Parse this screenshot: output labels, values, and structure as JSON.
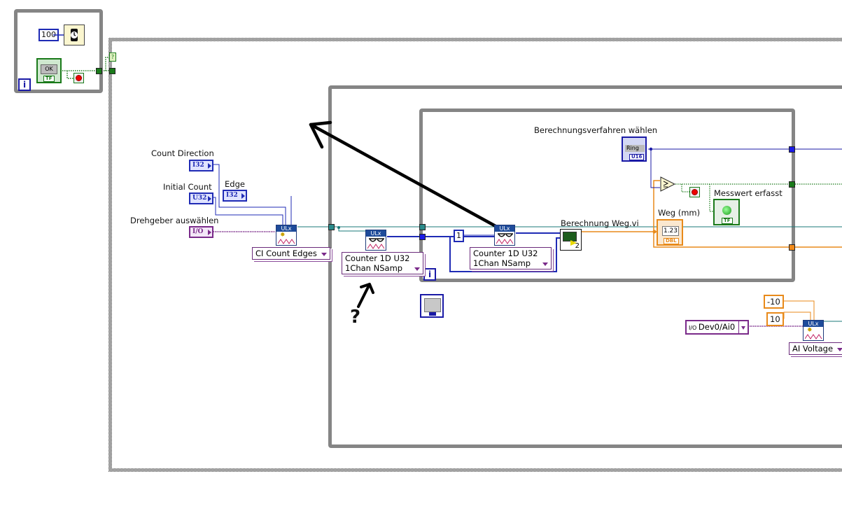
{
  "top_loop": {
    "wait_constant": "100",
    "wait_icon": "wait-ms-icon",
    "ok_button_label": "OK",
    "ok_button_type": "TF",
    "iteration_terminal": "i",
    "stop_icon": "stop-icon",
    "error_case_icon": "?"
  },
  "left_inputs": {
    "count_direction": {
      "label": "Count Direction",
      "type": "I32"
    },
    "initial_count": {
      "label": "Initial Count",
      "type": "U32"
    },
    "edge": {
      "label": "Edge",
      "type": "I32"
    },
    "drehgeber": {
      "label": "Drehgeber auswählen",
      "type": "I/O"
    }
  },
  "vis": {
    "create_channel": {
      "header": "ULx",
      "selector": "CI Count Edges"
    },
    "read_outer": {
      "header": "ULx",
      "selector_line1": "Counter 1D U32",
      "selector_line2": "1Chan NSamp"
    },
    "read_inner": {
      "header": "ULx",
      "selector_line1": "Counter 1D U32",
      "selector_line2": "1Chan NSamp"
    },
    "ai_voltage": {
      "header": "ULx",
      "selector": "AI Voltage"
    }
  },
  "inner_loop": {
    "samples_constant": "1",
    "iteration_terminal": "i",
    "subvi_label": "Berechnung Weg.vi",
    "subvi_badge": "2",
    "ring_label": "Berechnungsverfahren wählen",
    "ring_text": "Ring",
    "ring_type": "U16",
    "indicator_weg_label": "Weg (mm)",
    "indicator_weg_value": "1.23",
    "indicator_weg_type": "DBL",
    "led_label": "Messwert erfasst",
    "led_type": "TF"
  },
  "annotations": {
    "question_mark": "?"
  },
  "ai_section": {
    "min_constant": "-10",
    "max_constant": "10",
    "channel": "Dev0/Ai0"
  },
  "colors": {
    "i32_wire": "#1f2bb5",
    "dbl_wire": "#e88a1a",
    "bool_wire": "#1a7a1a",
    "task_wire": "#1a7a7a",
    "io_wire": "#7a2a8a",
    "frame_gray": "#858585"
  }
}
